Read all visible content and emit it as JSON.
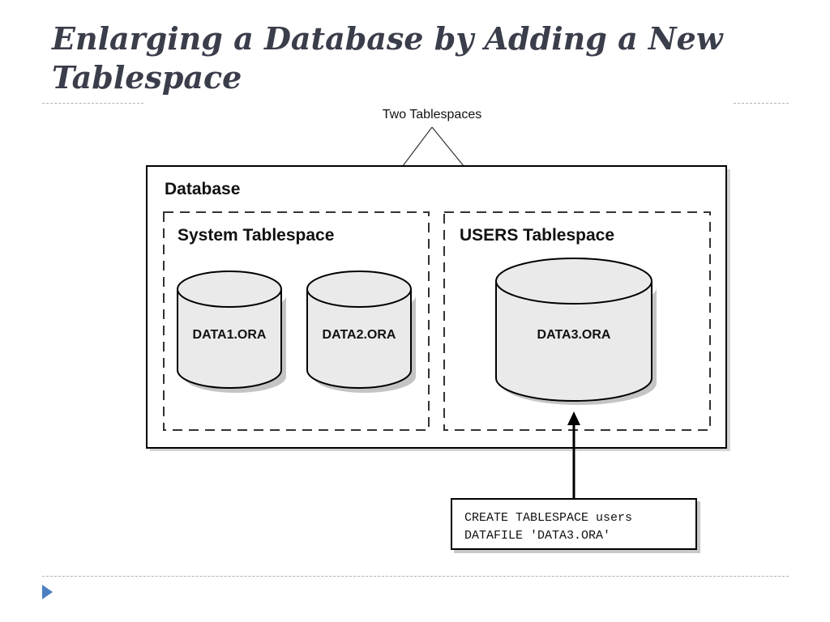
{
  "slide": {
    "title": "Enlarging a Database by Adding a New Tablespace"
  },
  "diagram": {
    "callout_label": "Two Tablespaces",
    "database_label": "Database",
    "tablespaces": [
      {
        "label": "System Tablespace",
        "datafiles": [
          "DATA1.ORA",
          "DATA2.ORA"
        ]
      },
      {
        "label": "USERS Tablespace",
        "datafiles": [
          "DATA3.ORA"
        ]
      }
    ],
    "sql_statement": {
      "lines": [
        "CREATE TABLESPACE users",
        "DATAFILE 'DATA3.ORA'"
      ]
    }
  },
  "colors": {
    "title_text": "#3a3d4a",
    "cylinder_fill": "#eaeaea",
    "cylinder_shadow": "#c4c4c4",
    "rule": "#aab4c0",
    "bullet": "#4a7fc0"
  },
  "icons": {
    "bullet": "triangle-bullet-icon"
  }
}
